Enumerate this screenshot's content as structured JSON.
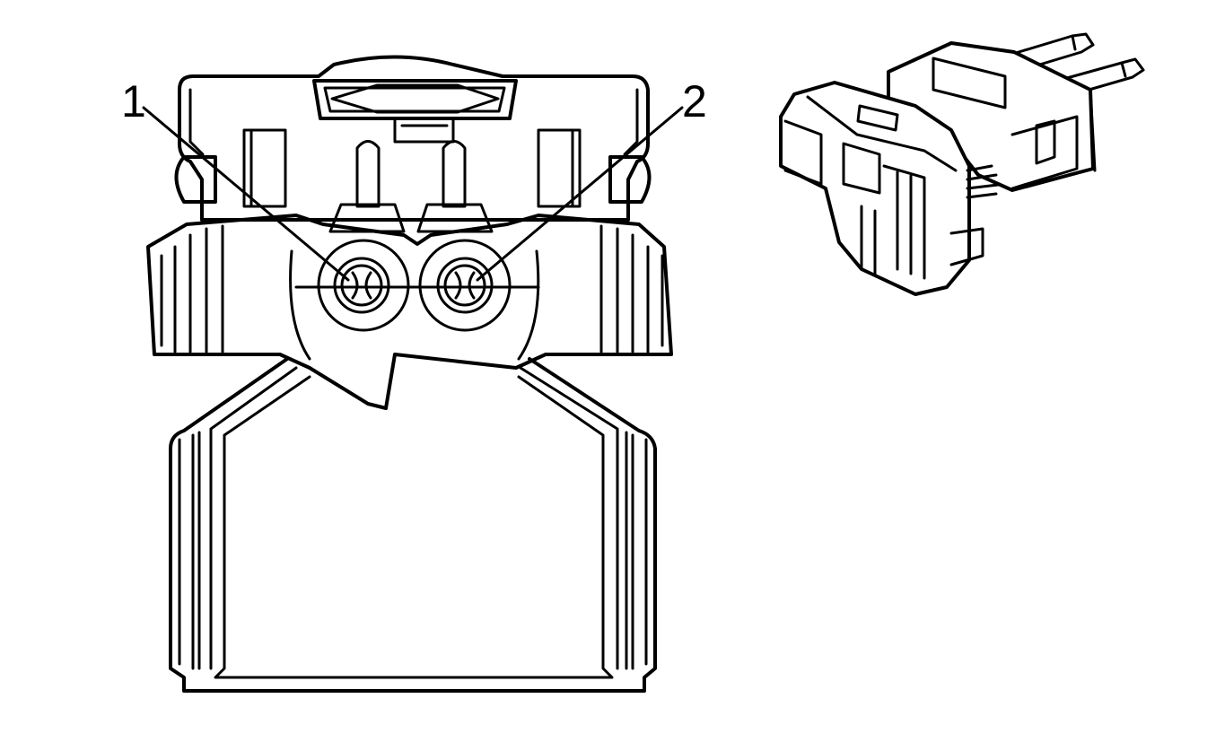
{
  "callouts": {
    "pin1": "1",
    "pin2": "2"
  },
  "figure": {
    "connector_front_view": "connector-face-drawing",
    "connector_iso_view": "connector-isometric-drawing"
  }
}
